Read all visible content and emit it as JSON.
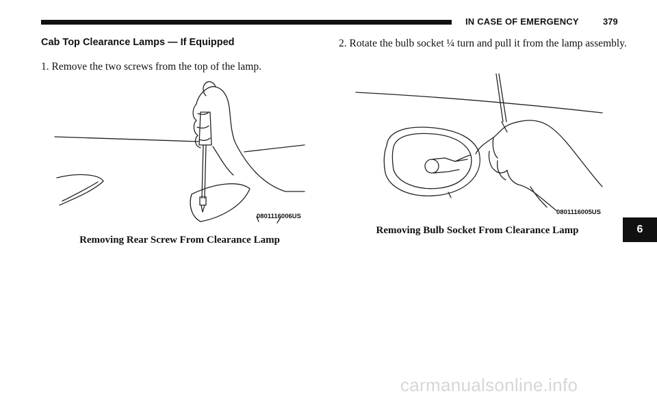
{
  "header": {
    "section_title": "IN CASE OF EMERGENCY",
    "page_number": "379"
  },
  "chapter_tab": "6",
  "section_heading": "Cab Top Clearance Lamps — If Equipped",
  "steps": [
    {
      "text": "1. Remove the two screws from the top of the lamp."
    },
    {
      "text": "2. Rotate the bulb socket ¼ turn and pull it from the lamp assembly."
    }
  ],
  "figures": [
    {
      "code": "0801116006US",
      "caption": "Removing Rear Screw From Clearance Lamp"
    },
    {
      "code": "0801116005US",
      "caption": "Removing Bulb Socket From Clearance Lamp"
    }
  ],
  "footer": {
    "watermark": "carmanualsonline.info"
  }
}
